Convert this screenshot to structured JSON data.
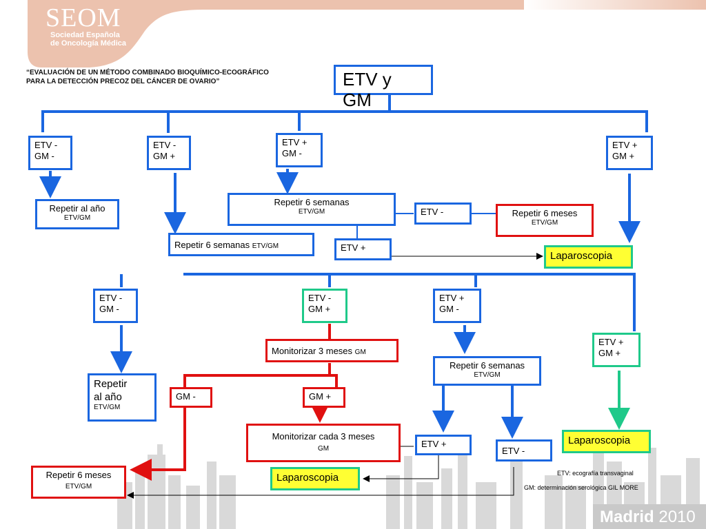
{
  "logo": {
    "name": "SEOM",
    "subtitle_line1": "Sociedad Española",
    "subtitle_line2": "de Oncología Médica"
  },
  "footer": {
    "city": "Madrid",
    "year": "2010"
  },
  "study_title": {
    "line1": "“EVALUACIÓN DE UN MÉTODO COMBINADO BIOQUÍMICO-ECOGRÁFICO",
    "line2": "PARA LA DETECCIÓN PRECOZ DEL CÁNCER DE OVARIO”"
  },
  "root": {
    "label": "ETV y GM"
  },
  "level1": {
    "a": {
      "l1": "ETV -",
      "l2": "GM -"
    },
    "b": {
      "l1": "ETV -",
      "l2": "GM +"
    },
    "c": {
      "l1": "ETV +",
      "l2": "GM -"
    },
    "d": {
      "l1": "ETV +",
      "l2": "GM +"
    }
  },
  "repeat_year_top": {
    "label": "Repetir al año",
    "sub": "ETV/GM"
  },
  "repeat_6w_top": {
    "label": "Repetir 6 semanas",
    "sub": "ETV/GM"
  },
  "etv_neg_top": {
    "label": "ETV -"
  },
  "etv_pos_top": {
    "label": "ETV +"
  },
  "repeat_6m_top": {
    "label": "Repetir 6 meses",
    "sub": "ETV/GM"
  },
  "laparoscopy_top": {
    "label": "Laparoscopia"
  },
  "repeat_6w_mid": {
    "label": "Repetir 6 semanas",
    "sub": "ETV/GM"
  },
  "level2": {
    "a": {
      "l1": "ETV -",
      "l2": "GM -"
    },
    "b": {
      "l1": "ETV -",
      "l2": "GM +"
    },
    "c": {
      "l1": "ETV +",
      "l2": "GM -"
    },
    "d": {
      "l1": "ETV +",
      "l2": "GM +"
    }
  },
  "repeat_year_bottom": {
    "l1": "Repetir",
    "l2": "al año",
    "sub": "ETV/GM"
  },
  "monitor_3m": {
    "label": "Monitorizar 3 meses",
    "sub": "GM"
  },
  "gm_neg": {
    "label": "GM -"
  },
  "gm_pos": {
    "label": "GM +"
  },
  "monitor_every_3m": {
    "label": "Monitorizar cada 3 meses",
    "sub": "GM"
  },
  "repeat_6w_bottom": {
    "label": "Repetir 6 semanas",
    "sub": "ETV/GM"
  },
  "etv_pos_bottom": {
    "label": "ETV +"
  },
  "etv_neg_bottom": {
    "label": "ETV -"
  },
  "laparoscopy_right": {
    "label": "Laparoscopia"
  },
  "laparoscopy_bottom": {
    "label": "Laparoscopia"
  },
  "repeat_6m_bottom": {
    "label": "Repetir 6 meses",
    "sub": "ETV/GM"
  },
  "legend": {
    "etv": "ETV: ecografía transvaginal",
    "gm": "GM: determinación serológica GIL MORE"
  },
  "colors": {
    "blue": "#1a66e0",
    "red": "#e01010",
    "teal": "#1fc98a",
    "highlight": "#ffff33",
    "logo_bg": "#e8b49a"
  }
}
